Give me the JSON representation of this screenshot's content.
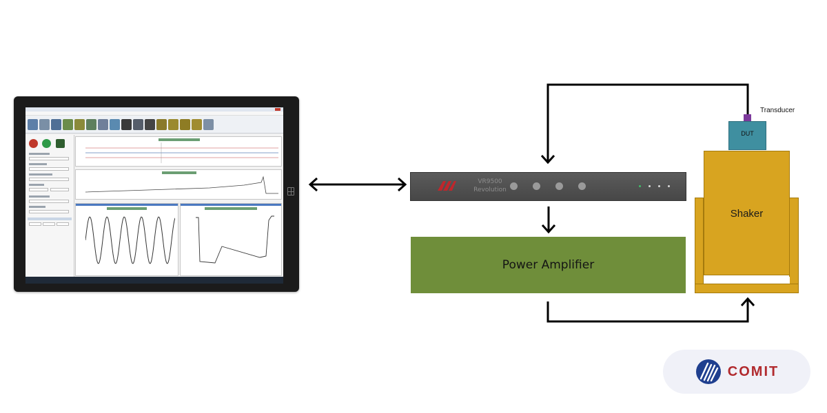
{
  "laptop": {
    "description_visible_text": ""
  },
  "controller": {
    "model": "VR9500",
    "line": "Revolution"
  },
  "amplifier": {
    "label": "Power Amplifier"
  },
  "shaker": {
    "label": "Shaker"
  },
  "dut": {
    "label": "DUT"
  },
  "transducer": {
    "label": "Transducer"
  },
  "brand": {
    "name": "COMIT",
    "text_color": "#b12a2e",
    "logo_color": "#1f3f8f"
  },
  "colors": {
    "amplifier": "#6f8e3a",
    "shaker": "#d8a420",
    "dut": "#3f8fa0",
    "controller": "#4f4f4f",
    "arrows": "#000000"
  }
}
